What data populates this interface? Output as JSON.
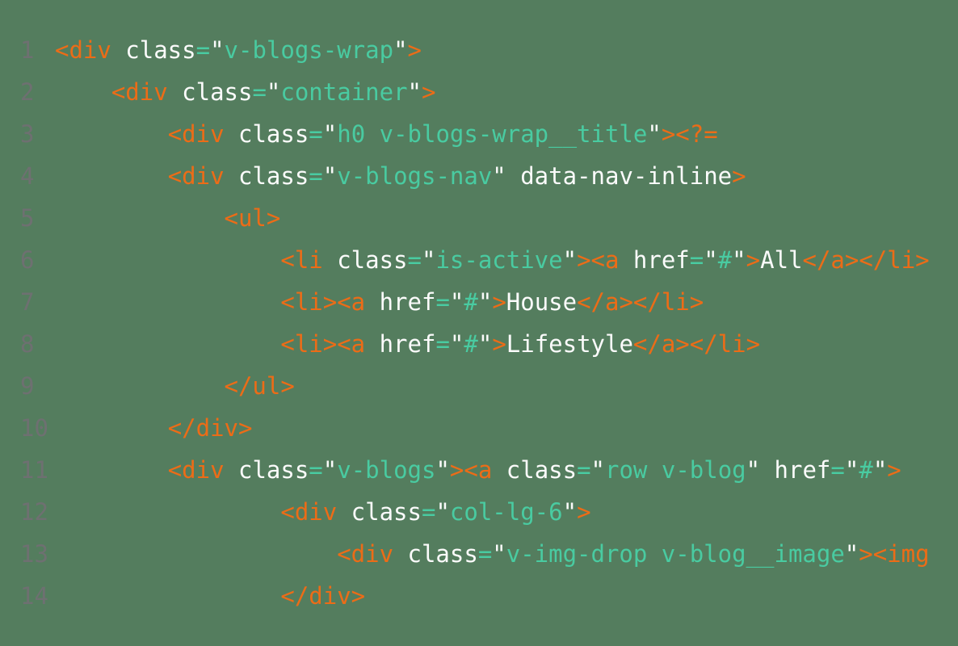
{
  "editor": {
    "background": "#547d5e",
    "colors": {
      "tag": "#ec6c17",
      "attr_and_text": "#fbfbfb",
      "string_and_equals": "#49cba1",
      "line_number": "#6e7071"
    },
    "language": "html",
    "lines": [
      {
        "num": "1",
        "indent": 0,
        "tokens": [
          [
            "o",
            "<div"
          ],
          [
            "w",
            " class"
          ],
          [
            "t",
            "="
          ],
          [
            "w",
            "\""
          ],
          [
            "t",
            "v-blogs-wrap"
          ],
          [
            "w",
            "\""
          ],
          [
            "o",
            ">"
          ]
        ]
      },
      {
        "num": "2",
        "indent": 4,
        "tokens": [
          [
            "o",
            "<div"
          ],
          [
            "w",
            " class"
          ],
          [
            "t",
            "="
          ],
          [
            "w",
            "\""
          ],
          [
            "t",
            "container"
          ],
          [
            "w",
            "\""
          ],
          [
            "o",
            ">"
          ]
        ]
      },
      {
        "num": "3",
        "indent": 8,
        "tokens": [
          [
            "o",
            "<div"
          ],
          [
            "w",
            " class"
          ],
          [
            "t",
            "="
          ],
          [
            "w",
            "\""
          ],
          [
            "t",
            "h0 v-blogs-wrap__title"
          ],
          [
            "w",
            "\""
          ],
          [
            "o",
            "><?="
          ]
        ]
      },
      {
        "num": "4",
        "indent": 8,
        "tokens": [
          [
            "o",
            "<div"
          ],
          [
            "w",
            " class"
          ],
          [
            "t",
            "="
          ],
          [
            "w",
            "\""
          ],
          [
            "t",
            "v-blogs-nav"
          ],
          [
            "w",
            "\""
          ],
          [
            "w",
            " data-nav-inline"
          ],
          [
            "o",
            ">"
          ]
        ]
      },
      {
        "num": "5",
        "indent": 12,
        "tokens": [
          [
            "o",
            "<ul>"
          ]
        ]
      },
      {
        "num": "6",
        "indent": 16,
        "tokens": [
          [
            "o",
            "<li"
          ],
          [
            "w",
            " class"
          ],
          [
            "t",
            "="
          ],
          [
            "w",
            "\""
          ],
          [
            "t",
            "is-active"
          ],
          [
            "w",
            "\""
          ],
          [
            "o",
            "><a"
          ],
          [
            "w",
            " href"
          ],
          [
            "t",
            "="
          ],
          [
            "w",
            "\""
          ],
          [
            "t",
            "#"
          ],
          [
            "w",
            "\""
          ],
          [
            "o",
            ">"
          ],
          [
            "w",
            "All"
          ],
          [
            "o",
            "</a></li>"
          ]
        ]
      },
      {
        "num": "7",
        "indent": 16,
        "tokens": [
          [
            "o",
            "<li><a"
          ],
          [
            "w",
            " href"
          ],
          [
            "t",
            "="
          ],
          [
            "w",
            "\""
          ],
          [
            "t",
            "#"
          ],
          [
            "w",
            "\""
          ],
          [
            "o",
            ">"
          ],
          [
            "w",
            "House"
          ],
          [
            "o",
            "</a></li>"
          ]
        ]
      },
      {
        "num": "8",
        "indent": 16,
        "tokens": [
          [
            "o",
            "<li><a"
          ],
          [
            "w",
            " href"
          ],
          [
            "t",
            "="
          ],
          [
            "w",
            "\""
          ],
          [
            "t",
            "#"
          ],
          [
            "w",
            "\""
          ],
          [
            "o",
            ">"
          ],
          [
            "w",
            "Lifestyle"
          ],
          [
            "o",
            "</a></li>"
          ]
        ]
      },
      {
        "num": "9",
        "indent": 12,
        "tokens": [
          [
            "o",
            "</ul>"
          ]
        ]
      },
      {
        "num": "10",
        "indent": 8,
        "tokens": [
          [
            "o",
            "</div>"
          ]
        ]
      },
      {
        "num": "11",
        "indent": 8,
        "tokens": [
          [
            "o",
            "<div"
          ],
          [
            "w",
            " class"
          ],
          [
            "t",
            "="
          ],
          [
            "w",
            "\""
          ],
          [
            "t",
            "v-blogs"
          ],
          [
            "w",
            "\""
          ],
          [
            "o",
            "><a"
          ],
          [
            "w",
            " class"
          ],
          [
            "t",
            "="
          ],
          [
            "w",
            "\""
          ],
          [
            "t",
            "row v-blog"
          ],
          [
            "w",
            "\""
          ],
          [
            "w",
            " href"
          ],
          [
            "t",
            "="
          ],
          [
            "w",
            "\""
          ],
          [
            "t",
            "#"
          ],
          [
            "w",
            "\""
          ],
          [
            "o",
            ">"
          ]
        ]
      },
      {
        "num": "12",
        "indent": 16,
        "tokens": [
          [
            "o",
            "<div"
          ],
          [
            "w",
            " class"
          ],
          [
            "t",
            "="
          ],
          [
            "w",
            "\""
          ],
          [
            "t",
            "col-lg-6"
          ],
          [
            "w",
            "\""
          ],
          [
            "o",
            ">"
          ]
        ]
      },
      {
        "num": "13",
        "indent": 20,
        "tokens": [
          [
            "o",
            "<div"
          ],
          [
            "w",
            " class"
          ],
          [
            "t",
            "="
          ],
          [
            "w",
            "\""
          ],
          [
            "t",
            "v-img-drop v-blog__image"
          ],
          [
            "w",
            "\""
          ],
          [
            "o",
            "><img"
          ]
        ]
      },
      {
        "num": "14",
        "indent": 16,
        "tokens": [
          [
            "o",
            "</div>"
          ]
        ]
      }
    ]
  }
}
